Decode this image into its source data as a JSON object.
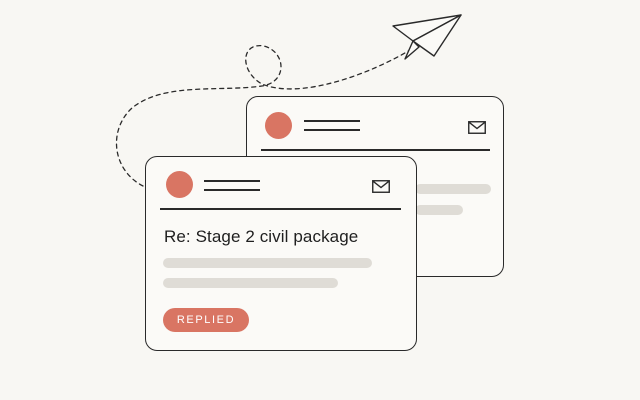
{
  "cards": {
    "back": {
      "avatar": "sender-avatar",
      "icon": "envelope-icon"
    },
    "front": {
      "avatar": "sender-avatar",
      "icon": "envelope-icon",
      "subject": "Re: Stage 2 civil package",
      "status_badge": "REPLIED"
    }
  },
  "decor": {
    "icon": "paper-plane-icon",
    "trail": "dashed-flight-path"
  },
  "colors": {
    "background": "#f8f7f3",
    "card": "#fbfaf7",
    "outline": "#2a2a2a",
    "accent": "#d97563",
    "placeholder": "#dfdcd6"
  }
}
